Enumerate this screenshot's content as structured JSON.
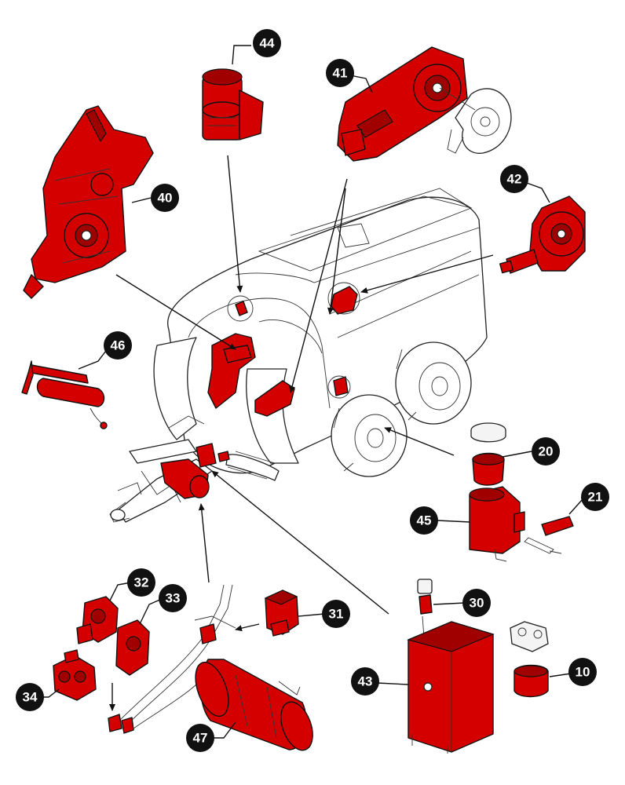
{
  "colors": {
    "part_highlight": "#d40000",
    "callout_fill": "#111111",
    "callout_text": "#ffffff",
    "line_art": "#222222"
  },
  "callouts": {
    "c10": "10",
    "c20": "20",
    "c21": "21",
    "c30": "30",
    "c31": "31",
    "c32": "32",
    "c33": "33",
    "c34": "34",
    "c40": "40",
    "c41": "41",
    "c42": "42",
    "c43": "43",
    "c44": "44",
    "c45": "45",
    "c46": "46",
    "c47": "47"
  }
}
